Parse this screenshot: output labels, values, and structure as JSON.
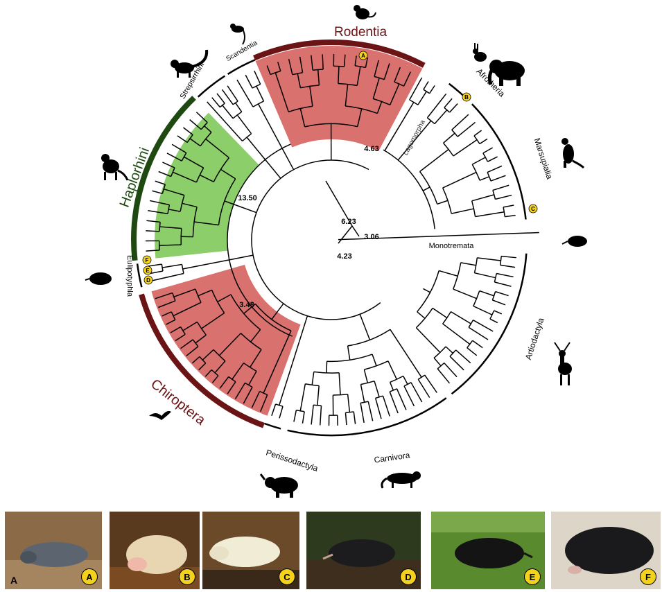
{
  "clades": {
    "rodentia": "Rodentia",
    "haplorhini": "Haplorhini",
    "chiroptera": "Chiroptera",
    "strepsirrhini": "Strepsirrhini",
    "scandentia": "Scandentia",
    "lagomorpha": "Lagomorpha",
    "afrotheria": "Afrotheria",
    "marsupialia": "Marsupialia",
    "monotremata": "Monotremata",
    "artiodactyla": "Artiodactyla",
    "carnivora": "Carnivora",
    "perissodactyla": "Perissodactyla",
    "eulipotyphla": "Eulipotyphla"
  },
  "node_values": {
    "v1": "4.63",
    "v2": "13.50",
    "v3": "6.23",
    "v4": "3.06",
    "v5": "4.23",
    "v6": "3.48"
  },
  "markers": [
    "A",
    "B",
    "C",
    "D",
    "E",
    "F"
  ],
  "photos": [
    {
      "badge": "A",
      "caption": "A"
    },
    {
      "badge": "B"
    },
    {
      "badge": "C"
    },
    {
      "badge": "D"
    },
    {
      "badge": "E"
    },
    {
      "badge": "F"
    }
  ],
  "colors": {
    "rodentia_dark": "#6b1416",
    "rodentia_fill": "#d9716f",
    "haplorhini_dark": "#1e4a12",
    "haplorhini_fill": "#8ccf6a",
    "marker_yellow": "#f4d21c"
  },
  "silhouette_icons": [
    "rodent-icon",
    "treeshrew-icon",
    "lemur-icon",
    "rabbit-icon",
    "elephant-icon",
    "kangaroo-icon",
    "echidna-icon",
    "deer-icon",
    "panther-icon",
    "rhino-icon",
    "bat-icon",
    "mole-icon",
    "monkey-icon"
  ]
}
